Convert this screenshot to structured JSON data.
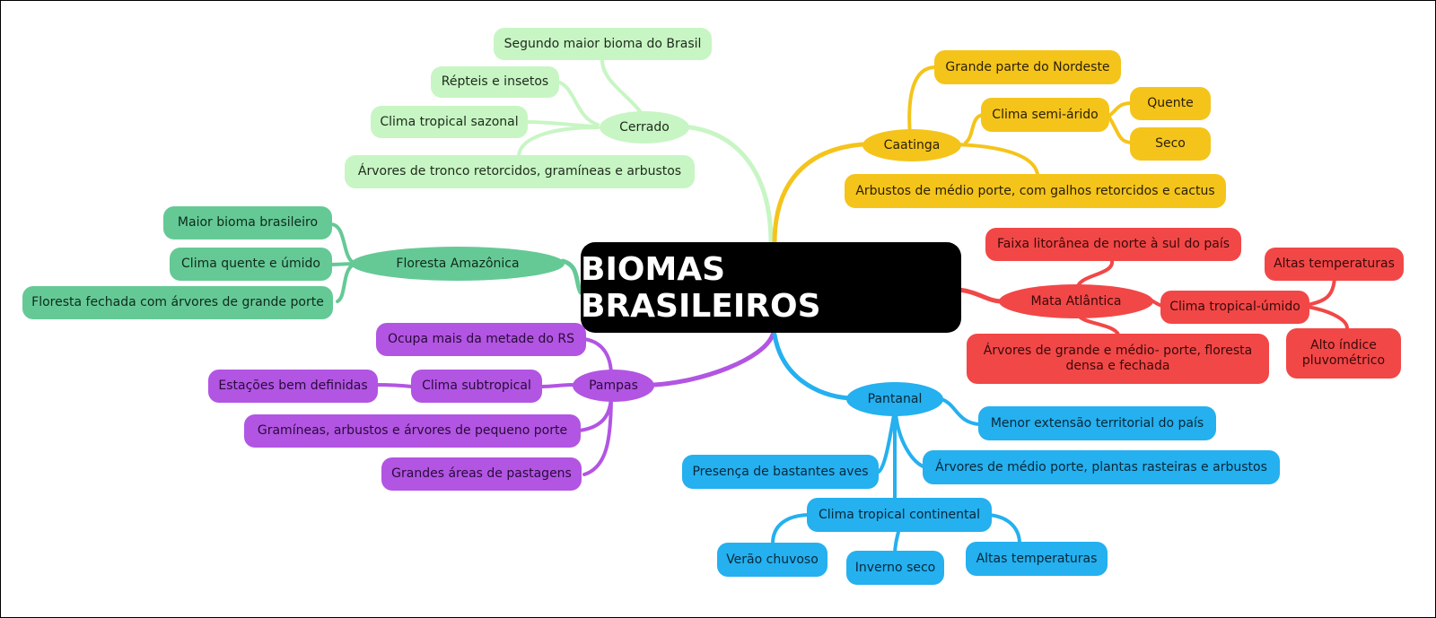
{
  "title": "BIOMAS BRASILEIROS",
  "colors": {
    "root": "#000000",
    "cerrado": "#c8f5c4",
    "caatinga": "#f5c41b",
    "mata_atlantica": "#f24747",
    "floresta_amazonica": "#65c996",
    "pampas": "#b255e3",
    "pantanal": "#25b0ef"
  },
  "biomes": {
    "cerrado": {
      "label": "Cerrado",
      "items": [
        "Segundo maior bioma do Brasil",
        "Répteis e insetos",
        "Clima tropical sazonal",
        "Árvores de tronco retorcidos, gramíneas e arbustos"
      ]
    },
    "caatinga": {
      "label": "Caatinga",
      "items": [
        "Grande parte do Nordeste",
        "Clima semi-árido",
        "Arbustos de médio porte, com galhos retorcidos e cactus"
      ],
      "clima_sub": [
        "Quente",
        "Seco"
      ]
    },
    "mata_atlantica": {
      "label": "Mata Atlântica",
      "items": [
        "Faixa litorânea de norte à sul do país",
        "Clima tropical-úmido",
        "Árvores de grande e médio- porte, floresta densa e fechada"
      ],
      "clima_sub": [
        "Altas temperaturas",
        "Alto índice pluvométrico"
      ]
    },
    "floresta_amazonica": {
      "label": "Floresta Amazônica",
      "items": [
        "Maior bioma brasileiro",
        "Clima quente e úmido",
        "Floresta fechada com árvores de grande porte"
      ]
    },
    "pampas": {
      "label": "Pampas",
      "items": [
        "Ocupa mais da metade do RS",
        "Clima subtropical",
        "Gramíneas, arbustos e árvores de pequeno porte",
        "Grandes áreas de pastagens"
      ],
      "clima_sub": [
        "Estações bem definidas"
      ]
    },
    "pantanal": {
      "label": "Pantanal",
      "items": [
        "Menor extensão territorial do país",
        "Árvores de médio porte, plantas rasteiras e arbustos",
        "Presença de bastantes aves",
        "Clima tropical continental"
      ],
      "clima_sub": [
        "Verão chuvoso",
        "Inverno seco",
        "Altas temperaturas"
      ]
    }
  }
}
